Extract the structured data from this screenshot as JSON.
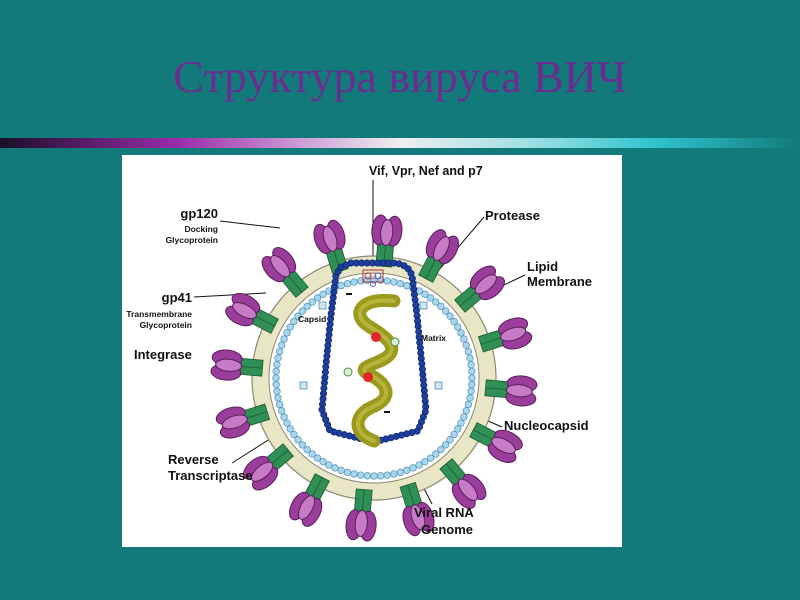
{
  "slide": {
    "title": "Структура вируса ВИЧ"
  },
  "diagram": {
    "labels": {
      "vif": "Vif, Vpr, Nef and p7",
      "gp120": "gp120",
      "gp120_sub1": "Docking",
      "gp120_sub2": "Glycoprotein",
      "protease": "Protease",
      "lipid1": "Lipid",
      "lipid2": "Membrane",
      "gp41": "gp41",
      "gp41_sub1": "Transmembrane",
      "gp41_sub2": "Glycoprotein",
      "capsid": "Capsid",
      "matrix": "Matrix",
      "integrase": "Integrase",
      "nucleocapsid": "Nucleocapsid",
      "rt1": "Reverse",
      "rt2": "Transcriptase",
      "rna1": "Viral RNA",
      "rna2": "Genome"
    },
    "colors": {
      "background": "#127a7a",
      "title": "#6a2d8f",
      "envelope": "#e8e6c4",
      "spike_head": "#9b3d9b",
      "spike_stem": "#2f8f55",
      "matrix_beads": "#a8d6ee",
      "capsid_beads": "#1c3f9e",
      "rna": "#9c9a1c",
      "enzyme": "#e0262a"
    }
  }
}
